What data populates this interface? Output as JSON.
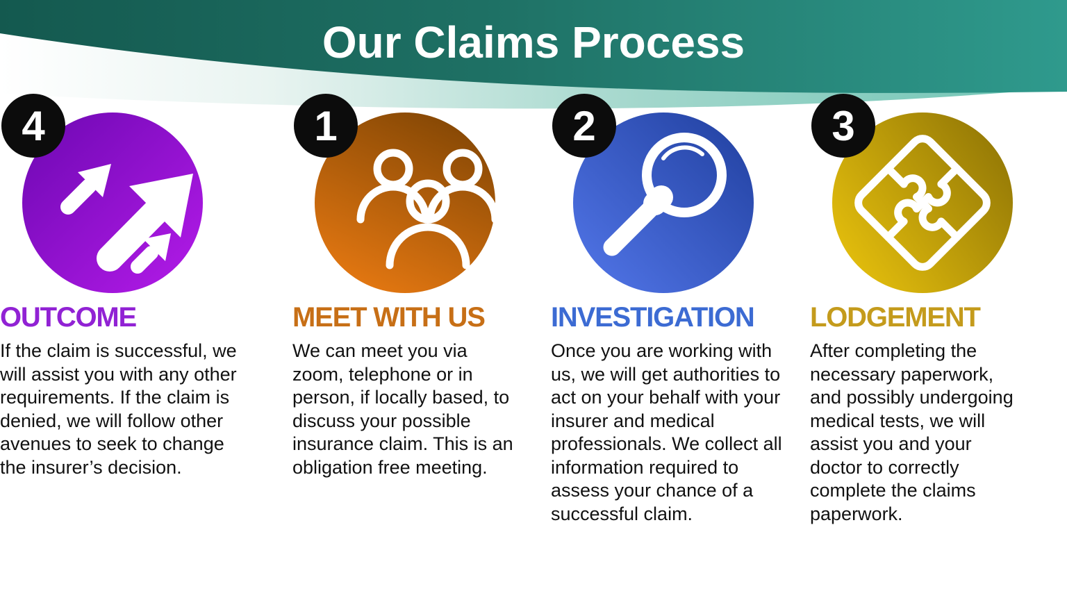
{
  "header": {
    "title": "Our Claims Process",
    "band_dark_left_color": "#14594f",
    "band_dark_right_color": "#2f9a8d",
    "band_light_color": "#7fc9bc"
  },
  "steps": [
    {
      "number": "1",
      "title": "MEET WITH US",
      "title_color": "#c76f16",
      "icon": "people-icon",
      "circle_gradient": [
        "#7a4203",
        "#ef7d13"
      ],
      "description": "We can meet you via zoom, telephone or in person, if locally based, to discuss your possible insurance claim. This is an obligation free meeting."
    },
    {
      "number": "2",
      "title": "INVESTIGATION",
      "title_color": "#3c6bd3",
      "icon": "magnifier-icon",
      "circle_gradient": [
        "#203f9e",
        "#5377ea"
      ],
      "description": "Once you are working with us, we will get authorities to act on your behalf with your insurer and medical professionals. We collect all information required to assess your chance of a successful claim."
    },
    {
      "number": "3",
      "title": "LODGEMENT",
      "title_color": "#c49b1c",
      "icon": "puzzle-icon",
      "circle_gradient": [
        "#8a7005",
        "#eec70e"
      ],
      "description": "After completing the necessary paperwork, and possibly undergoing  medical tests, we will assist you and your doctor to correctly complete the claims paperwork."
    },
    {
      "number": "4",
      "title": "OUTCOME",
      "title_color": "#9122d4",
      "icon": "arrows-icon",
      "circle_gradient": [
        "#6d08b2",
        "#b41be9"
      ],
      "description": "If the claim is successful, we will assist you with any other requirements. If the claim is denied, we will follow other avenues to seek to change the insurer’s decision."
    }
  ]
}
